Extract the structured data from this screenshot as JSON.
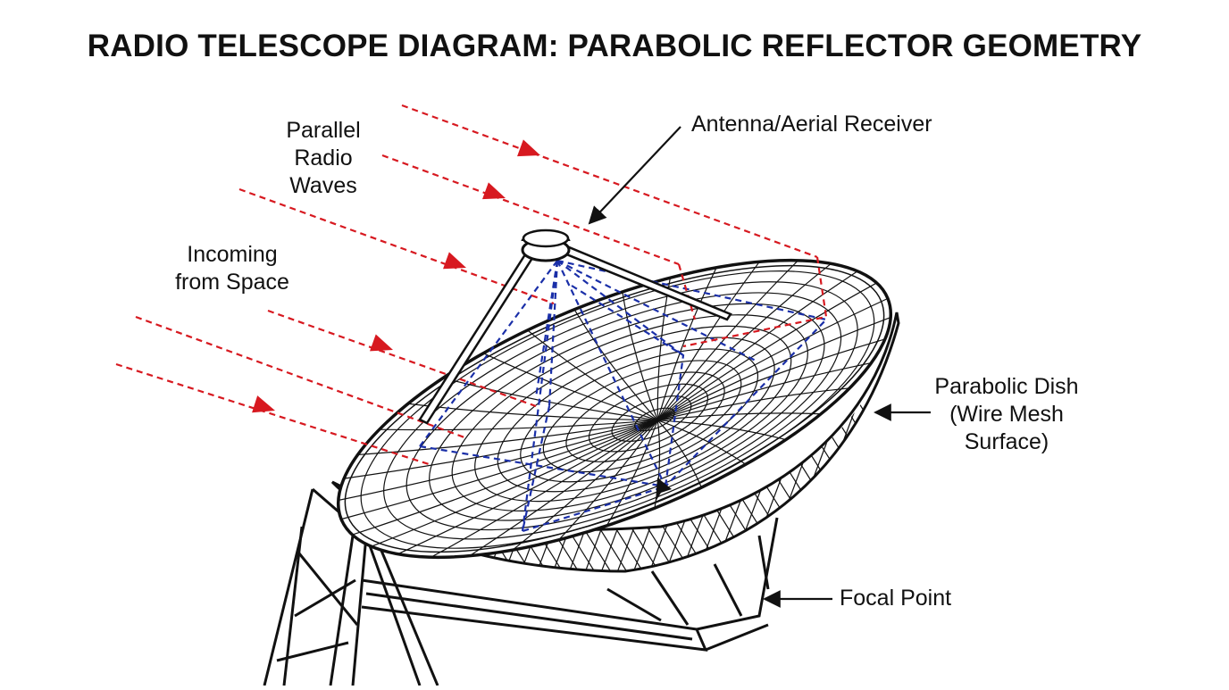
{
  "title": "RADIO TELESCOPE DIAGRAM: PARABOLIC REFLECTOR GEOMETRY",
  "labels": {
    "parallel_waves": [
      "Parallel",
      "Radio",
      "Waves"
    ],
    "incoming": [
      "Incoming",
      "from Space"
    ],
    "receiver": "Antenna/Aerial Receiver",
    "dish": [
      "Parabolic Dish",
      "(Wire Mesh",
      "Surface)"
    ],
    "focal_point": "Focal Point"
  },
  "colors": {
    "incoming_wave": "#d71920",
    "reflected_wave": "#1a2fa8",
    "line_art": "#111111",
    "background": "#ffffff"
  }
}
